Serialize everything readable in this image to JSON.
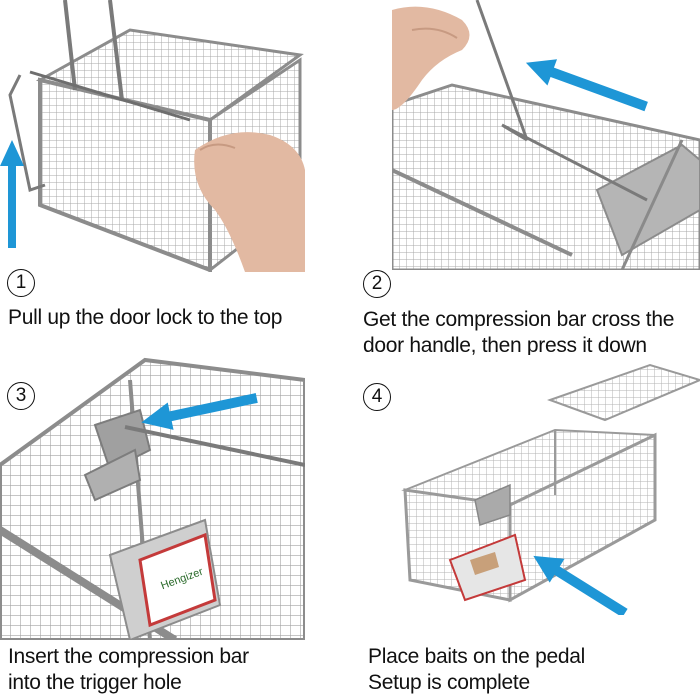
{
  "steps": [
    {
      "number": "1",
      "lines": [
        "Pull up the door lock to the top"
      ]
    },
    {
      "number": "2",
      "lines": [
        "Get the compression bar cross the",
        "door handle, then press it down"
      ]
    },
    {
      "number": "3",
      "lines": [
        "Insert the compression bar",
        "into the trigger hole"
      ]
    },
    {
      "number": "4",
      "lines": [
        "Place baits on the pedal",
        "Setup is complete"
      ]
    }
  ],
  "pedal_label": "Hengizer",
  "colors": {
    "arrow": "#1e96d6",
    "metal": "#9a9a9a",
    "mesh": "#b9b9b9",
    "text": "#111111"
  },
  "icons": [
    "up-arrow-icon",
    "left-arrow-icon",
    "hand"
  ]
}
